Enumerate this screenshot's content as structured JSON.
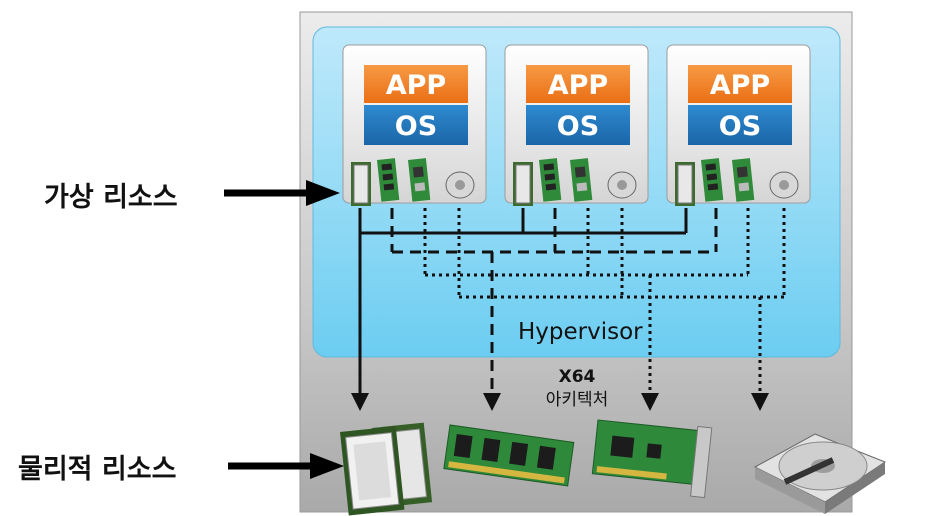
{
  "labels": {
    "virtual_resources": "가상 리소스",
    "physical_resources": "물리적 리소스",
    "hypervisor": "Hypervisor",
    "arch_line1": "X64",
    "arch_line2": "아키텍처"
  },
  "vms": [
    {
      "app": "APP",
      "os": "OS"
    },
    {
      "app": "APP",
      "os": "OS"
    },
    {
      "app": "APP",
      "os": "OS"
    }
  ],
  "colors": {
    "app_band": "#f07c22",
    "os_band": "#1e75bb",
    "hypervisor_fill": "#8fd4f2",
    "host_box": "#bdbdbd"
  },
  "icons": {
    "cpu": "cpu-chip-icon",
    "ram": "ram-module-icon",
    "nic": "network-card-icon",
    "disk": "hard-disk-icon"
  }
}
